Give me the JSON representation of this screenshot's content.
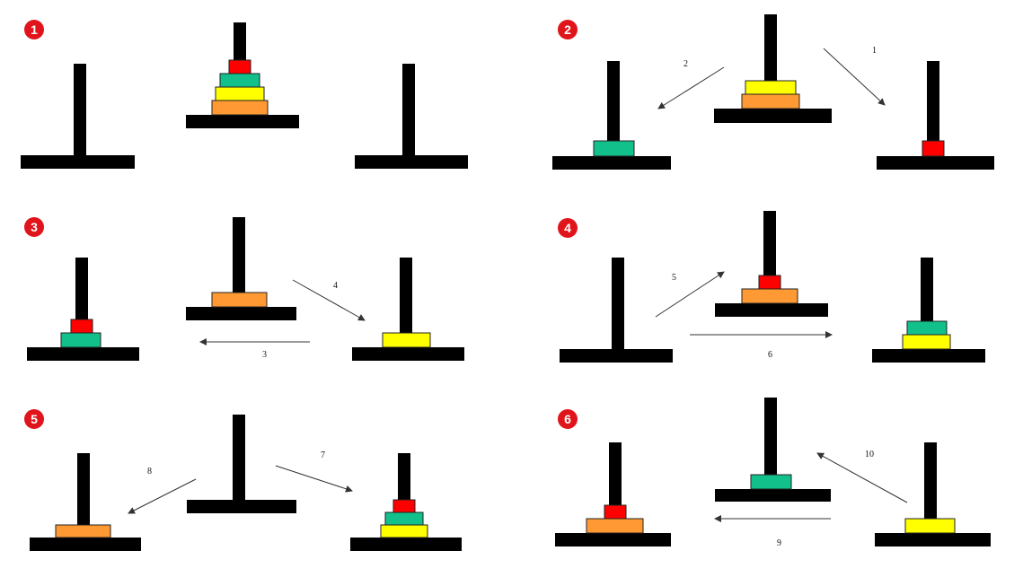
{
  "colors": {
    "peg": "#000000",
    "badge": "#e0141b",
    "disk_red": "#ff0000",
    "disk_green": "#12c08c",
    "disk_yellow": "#ffff00",
    "disk_orange": "#ff9933"
  },
  "panels": [
    {
      "number": "1"
    },
    {
      "number": "2",
      "moves": [
        "1",
        "2"
      ]
    },
    {
      "number": "3",
      "moves": [
        "3",
        "4"
      ]
    },
    {
      "number": "4",
      "moves": [
        "5",
        "6"
      ]
    },
    {
      "number": "5",
      "moves": [
        "7",
        "8"
      ]
    },
    {
      "number": "6",
      "moves": [
        "9",
        "10"
      ]
    }
  ]
}
